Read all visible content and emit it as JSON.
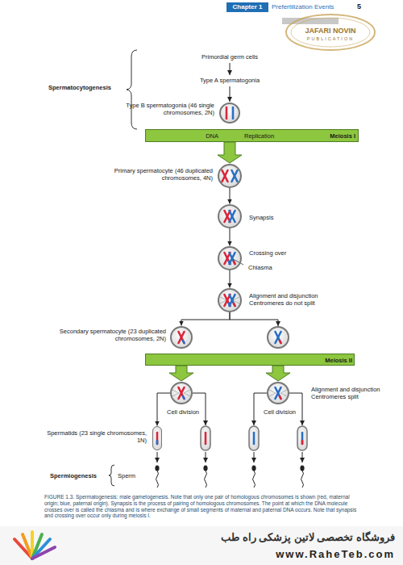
{
  "diagram": {
    "caption": "FIGURE 1.3. Spermatogenesis: male gametogenesis. Note that only one pair of homologous chromosomes is shown (red, maternal origin; blue, paternal origin). Synapsis is the process of pairing of homologous chromosomes. The point at which the DNA molecule crosses over is called the chiasma and is where exchange of small segments of maternal and paternal DNA occurs. Note that synapsis and crossing over occur only during meiosis I.",
    "nodes": [
      {
        "text": [
          "Type B spermatogonia (46 single chromosomes, 2N)"
        ]
      },
      {
        "text": [
          "DNA",
          "Replication",
          "Meiosis I"
        ]
      },
      {
        "text": [
          "Primary spermatocyte (46 duplicated chromosomes, 4N)"
        ]
      },
      {
        "text": [
          "Synapsis"
        ]
      },
      {
        "text": [
          "Crossing over",
          "Chiasma"
        ]
      },
      {
        "text": [
          "Alignment and disjunction Centromeres do not split"
        ]
      },
      {
        "text": [
          "Secondary spermatocyte (23 duplicated chromosomes, 2N)"
        ]
      },
      {
        "text": [
          "Meiosis II"
        ]
      },
      {
        "text": [
          "Cell division"
        ]
      },
      {
        "text": [
          "Alignment and disjunction Centromeres split",
          "Cell division"
        ]
      },
      {
        "text": [
          "Spermatids (23 single chromosomes, 1N)"
        ]
      }
    ],
    "edges": [
      {
        "from": 1,
        "to": 2,
        "arrow": "to"
      },
      {
        "from": 2,
        "to": 3,
        "arrow": "to"
      },
      {
        "from": 3,
        "to": 4,
        "arrow": "to"
      },
      {
        "from": 4,
        "to": 5,
        "arrow": "to"
      },
      {
        "from": 5,
        "to": 6,
        "arrow": "to"
      },
      {
        "from": 7,
        "to": 8,
        "arrow": "to"
      },
      {
        "from": 7,
        "to": 9,
        "arrow": "to"
      },
      {
        "from": 8,
        "to": 10,
        "arrow": "to"
      }
    ],
    "labels": [
      "Chapter 1",
      "Prefertilization Events",
      "5",
      "JAFARI NOVIN",
      "PUBLICATION",
      "Primordial germ cells",
      "Type A spermatogonia",
      "Spermatocytogenesis",
      "Spermiogenesis",
      "Sperm",
      "فروشگاه تخصصی لاتین پزشکی راه طب",
      "www.RaheTeb.com"
    ]
  }
}
